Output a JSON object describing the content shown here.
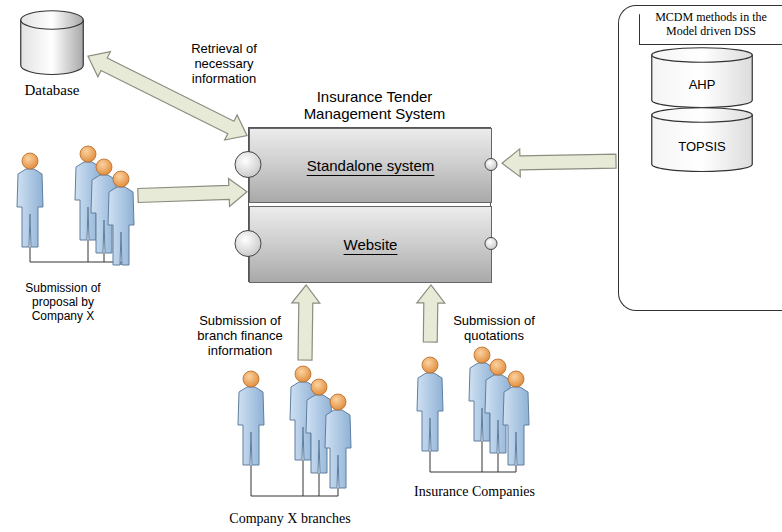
{
  "diagram": {
    "nodes": [
      {
        "text": [
          "Database"
        ]
      },
      {
        "text": [
          "Insurance Tender Management System"
        ]
      },
      {
        "text": [
          "Standalone system"
        ],
        "in": 1
      },
      {
        "text": [
          "Website"
        ],
        "in": 1
      },
      {
        "text": [
          "MCDM methods in the Model driven DSS"
        ]
      },
      {
        "text": [
          "AHP"
        ],
        "in": 4
      },
      {
        "text": [
          "TOPSIS"
        ],
        "in": 4
      },
      {
        "text": [
          "Submission of proposal by Company X"
        ]
      },
      {
        "text": [
          "Company X branches"
        ]
      },
      {
        "text": [
          "Insurance Companies"
        ]
      }
    ],
    "edges": [
      {
        "from": 0,
        "to": 2,
        "arrow": "both",
        "label": "Retrieval of necessary information"
      },
      {
        "from": 7,
        "to": 2,
        "arrow": "to"
      },
      {
        "from": 8,
        "to": 3,
        "arrow": "to",
        "label": "Submission of branch finance information"
      },
      {
        "from": 9,
        "to": 3,
        "arrow": "to",
        "label": "Submission of quotations"
      },
      {
        "from": 4,
        "to": 2,
        "arrow": "to"
      }
    ]
  }
}
